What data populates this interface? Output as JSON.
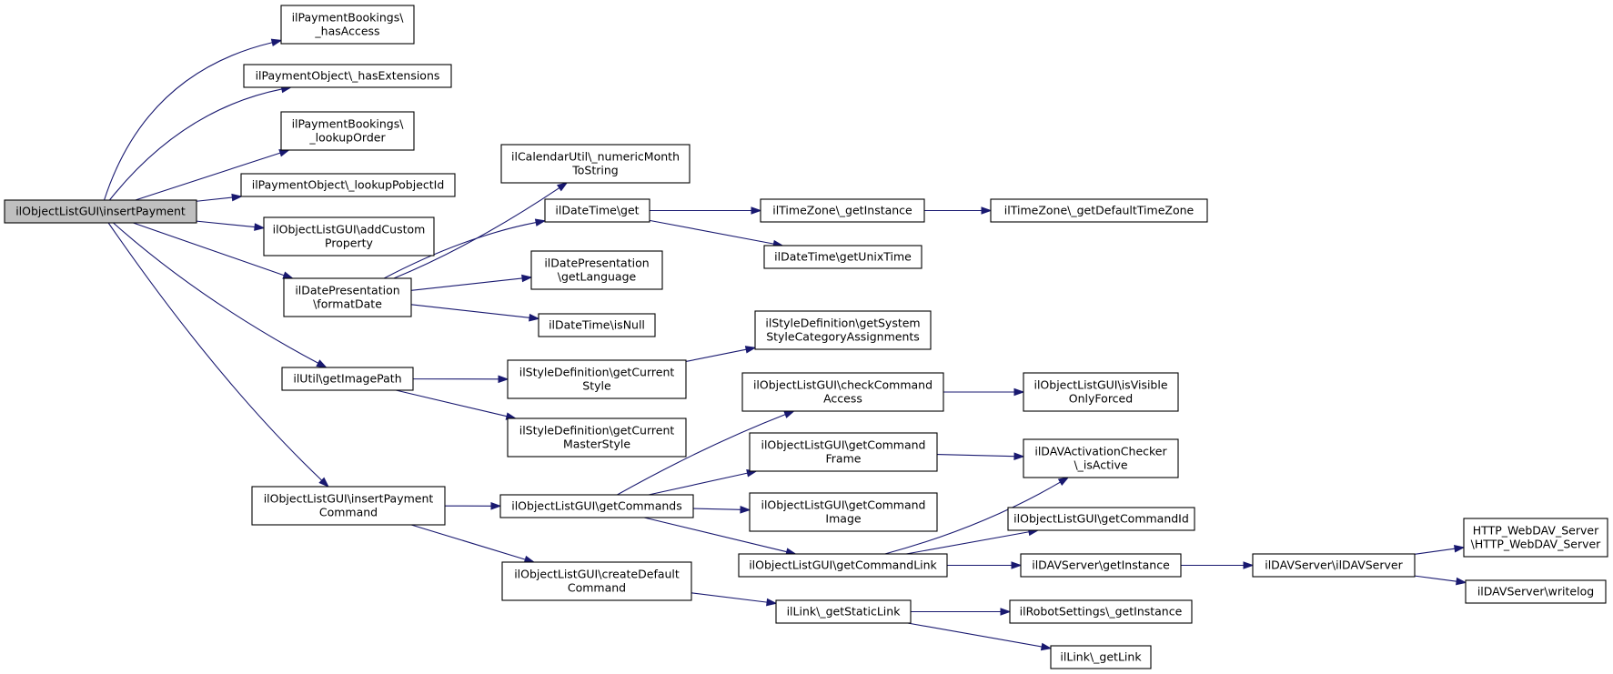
{
  "graph": {
    "colors": {
      "edge": "#191970",
      "root_fill": "#bfbfbf",
      "node_fill": "#ffffff",
      "border": "#000000"
    },
    "nodes": [
      {
        "id": "insertPayment",
        "lines": [
          "ilObjectListGUI\\insertPayment"
        ],
        "root": true
      },
      {
        "id": "pb_hasAccess",
        "lines": [
          "ilPaymentBookings\\",
          "_hasAccess"
        ]
      },
      {
        "id": "po_hasExtensions",
        "lines": [
          "ilPaymentObject\\_hasExtensions"
        ]
      },
      {
        "id": "pb_lookupOrder",
        "lines": [
          "ilPaymentBookings\\",
          "_lookupOrder"
        ]
      },
      {
        "id": "po_lookupPobjectId",
        "lines": [
          "ilPaymentObject\\_lookupPobjectId"
        ]
      },
      {
        "id": "addCustomProperty",
        "lines": [
          "ilObjectListGUI\\addCustom",
          "Property"
        ]
      },
      {
        "id": "formatDate",
        "lines": [
          "ilDatePresentation",
          "\\formatDate"
        ]
      },
      {
        "id": "getImagePath",
        "lines": [
          "ilUtil\\getImagePath"
        ]
      },
      {
        "id": "insertPaymentCommand",
        "lines": [
          "ilObjectListGUI\\insertPayment",
          "Command"
        ]
      },
      {
        "id": "numericMonthToString",
        "lines": [
          "ilCalendarUtil\\_numericMonth",
          "ToString"
        ]
      },
      {
        "id": "dt_get",
        "lines": [
          "ilDateTime\\get"
        ]
      },
      {
        "id": "getLanguage",
        "lines": [
          "ilDatePresentation",
          "\\getLanguage"
        ]
      },
      {
        "id": "dt_isNull",
        "lines": [
          "ilDateTime\\isNull"
        ]
      },
      {
        "id": "tz_getInstance",
        "lines": [
          "ilTimeZone\\_getInstance"
        ]
      },
      {
        "id": "tz_getDefault",
        "lines": [
          "ilTimeZone\\_getDefaultTimeZone"
        ]
      },
      {
        "id": "dt_getUnixTime",
        "lines": [
          "ilDateTime\\getUnixTime"
        ]
      },
      {
        "id": "getSystemStyle",
        "lines": [
          "ilStyleDefinition\\getSystem",
          "StyleCategoryAssignments"
        ]
      },
      {
        "id": "getCurrentStyle",
        "lines": [
          "ilStyleDefinition\\getCurrent",
          "Style"
        ]
      },
      {
        "id": "getCurrentMasterStyle",
        "lines": [
          "ilStyleDefinition\\getCurrent",
          "MasterStyle"
        ]
      },
      {
        "id": "getCommands",
        "lines": [
          "ilObjectListGUI\\getCommands"
        ]
      },
      {
        "id": "createDefaultCommand",
        "lines": [
          "ilObjectListGUI\\createDefault",
          "Command"
        ]
      },
      {
        "id": "checkCommandAccess",
        "lines": [
          "ilObjectListGUI\\checkCommand",
          "Access"
        ]
      },
      {
        "id": "getCommandFrame",
        "lines": [
          "ilObjectListGUI\\getCommand",
          "Frame"
        ]
      },
      {
        "id": "getCommandImage",
        "lines": [
          "ilObjectListGUI\\getCommand",
          "Image"
        ]
      },
      {
        "id": "getCommandLink",
        "lines": [
          "ilObjectListGUI\\getCommandLink"
        ]
      },
      {
        "id": "getStaticLink",
        "lines": [
          "ilLink\\_getStaticLink"
        ]
      },
      {
        "id": "isVisibleOnlyForced",
        "lines": [
          "ilObjectListGUI\\isVisible",
          "OnlyForced"
        ]
      },
      {
        "id": "davIsActive",
        "lines": [
          "ilDAVActivationChecker",
          "\\_isActive"
        ]
      },
      {
        "id": "getCommandId",
        "lines": [
          "ilObjectListGUI\\getCommandId"
        ]
      },
      {
        "id": "davGetInstance",
        "lines": [
          "ilDAVServer\\getInstance"
        ]
      },
      {
        "id": "robotGetInstance",
        "lines": [
          "ilRobotSettings\\_getInstance"
        ]
      },
      {
        "id": "getLink",
        "lines": [
          "ilLink\\_getLink"
        ]
      },
      {
        "id": "ilDAVServer",
        "lines": [
          "ilDAVServer\\ilDAVServer"
        ]
      },
      {
        "id": "httpWebDav",
        "lines": [
          "HTTP_WebDAV_Server",
          "\\HTTP_WebDAV_Server"
        ]
      },
      {
        "id": "writelog",
        "lines": [
          "ilDAVServer\\writelog"
        ]
      }
    ],
    "edges": [
      [
        "insertPayment",
        "pb_hasAccess"
      ],
      [
        "insertPayment",
        "po_hasExtensions"
      ],
      [
        "insertPayment",
        "pb_lookupOrder"
      ],
      [
        "insertPayment",
        "po_lookupPobjectId"
      ],
      [
        "insertPayment",
        "addCustomProperty"
      ],
      [
        "insertPayment",
        "formatDate"
      ],
      [
        "insertPayment",
        "getImagePath"
      ],
      [
        "insertPayment",
        "insertPaymentCommand"
      ],
      [
        "formatDate",
        "numericMonthToString"
      ],
      [
        "formatDate",
        "dt_get"
      ],
      [
        "formatDate",
        "getLanguage"
      ],
      [
        "formatDate",
        "dt_isNull"
      ],
      [
        "dt_get",
        "tz_getInstance"
      ],
      [
        "dt_get",
        "dt_getUnixTime"
      ],
      [
        "tz_getInstance",
        "tz_getDefault"
      ],
      [
        "getImagePath",
        "getCurrentStyle"
      ],
      [
        "getImagePath",
        "getCurrentMasterStyle"
      ],
      [
        "getCurrentStyle",
        "getSystemStyle"
      ],
      [
        "insertPaymentCommand",
        "getCommands"
      ],
      [
        "insertPaymentCommand",
        "createDefaultCommand"
      ],
      [
        "getCommands",
        "checkCommandAccess"
      ],
      [
        "getCommands",
        "getCommandFrame"
      ],
      [
        "getCommands",
        "getCommandImage"
      ],
      [
        "getCommands",
        "getCommandLink"
      ],
      [
        "checkCommandAccess",
        "isVisibleOnlyForced"
      ],
      [
        "getCommandFrame",
        "davIsActive"
      ],
      [
        "getCommandLink",
        "davIsActive"
      ],
      [
        "getCommandLink",
        "getCommandId"
      ],
      [
        "getCommandLink",
        "davGetInstance"
      ],
      [
        "davGetInstance",
        "ilDAVServer"
      ],
      [
        "ilDAVServer",
        "httpWebDav"
      ],
      [
        "ilDAVServer",
        "writelog"
      ],
      [
        "createDefaultCommand",
        "getStaticLink"
      ],
      [
        "getStaticLink",
        "robotGetInstance"
      ],
      [
        "getStaticLink",
        "getLink"
      ]
    ]
  }
}
